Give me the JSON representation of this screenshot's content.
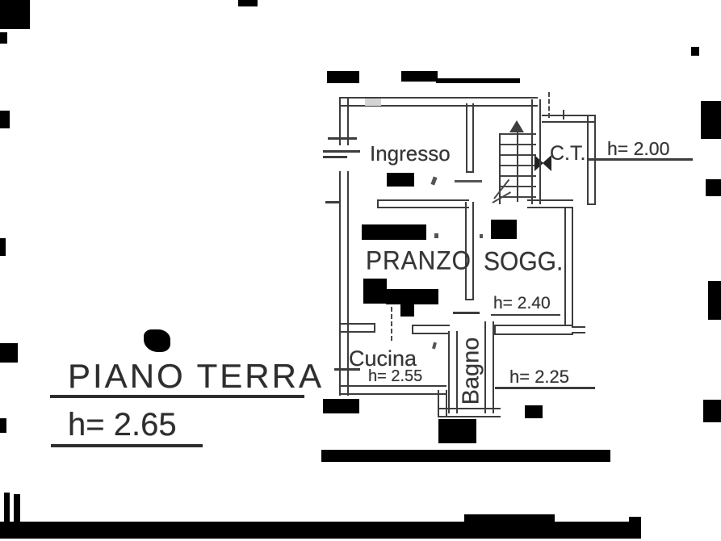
{
  "title": "PIANO TERRA",
  "labels": {
    "ingresso": "Ingresso",
    "ct": "C.T.",
    "pranzo": "PRANZO",
    "sogg": "SOGG.",
    "cucina": "Cucina",
    "bagno": "Bagno"
  },
  "heights": {
    "ct": "h= 2.00",
    "sogg": "h= 2.40",
    "cucina": "h= 2.55",
    "bagno": "h= 2.25",
    "floor": "h= 2.65"
  },
  "colors": {
    "paper": "#ffffff",
    "ink": "#3d3d3d",
    "artifact": "#000000"
  }
}
